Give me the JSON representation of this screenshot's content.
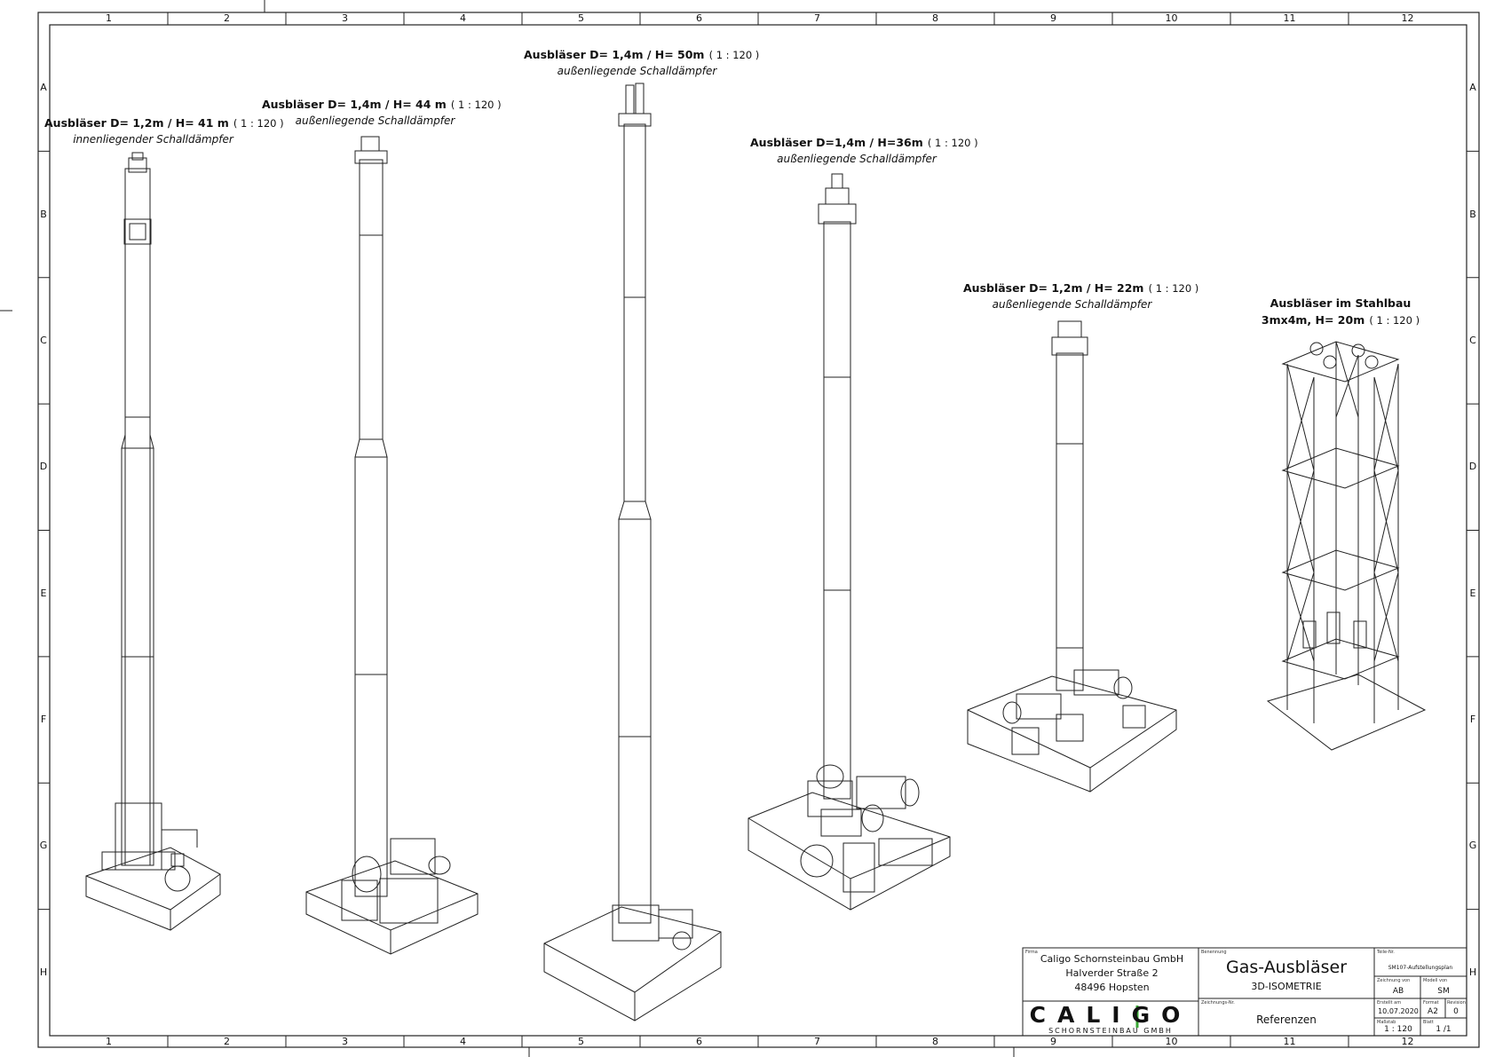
{
  "sheet": {
    "grid_columns": [
      "1",
      "2",
      "3",
      "4",
      "5",
      "6",
      "7",
      "8",
      "9",
      "10",
      "11",
      "12"
    ],
    "grid_rows": [
      "A",
      "B",
      "C",
      "D",
      "E",
      "F",
      "G",
      "H"
    ]
  },
  "stacks": [
    {
      "title": "Ausbläser D= 1,2m / H= 41 m",
      "scale": "( 1 : 120 )",
      "subtitle": "innenliegender Schalldämpfer"
    },
    {
      "title": "Ausbläser D= 1,4m / H= 44 m",
      "scale": "( 1 : 120 )",
      "subtitle": "außenliegende Schalldämpfer"
    },
    {
      "title": "Ausbläser D= 1,4m / H= 50m",
      "scale": "( 1 : 120 )",
      "subtitle": "außenliegende Schalldämpfer"
    },
    {
      "title": "Ausbläser D=1,4m / H=36m",
      "scale": "( 1 : 120 )",
      "subtitle": "außenliegende Schalldämpfer"
    },
    {
      "title": "Ausbläser D= 1,2m / H= 22m",
      "scale": "( 1 : 120 )",
      "subtitle": "außenliegende Schalldämpfer"
    },
    {
      "title": "Ausbläser im Stahlbau",
      "title_line2": "3mx4m, H= 20m",
      "scale": "( 1 : 120 )"
    }
  ],
  "title_block": {
    "firma_label": "Firma",
    "company_lines": [
      "Caligo Schornsteinbau GmbH",
      "Halverder Straße 2",
      "48496 Hopsten"
    ],
    "logo_text": "CALIGO",
    "logo_subtext": "SCHORNSTEINBAU GMBH",
    "benennung_label": "Benennung",
    "title": "Gas-Ausbläser",
    "subtitle": "3D-ISOMETRIE",
    "zeichnungs_nr_label": "Zeichnungs-Nr.",
    "reference": "Referenzen",
    "teile_nr_label": "Teile-Nr.",
    "teile_nr": "SM107-Aufstellungsplan",
    "zeichnung_von_label": "Zeichnung von",
    "zeichnung_von": "AB",
    "modell_von_label": "Modell von",
    "modell_von": "SM",
    "erstellt_label": "Erstellt am",
    "erstellt": "10.07.2020",
    "format_label": "Format",
    "format": "A2",
    "revision_label": "Revision",
    "revision": "0",
    "massstab_label": "Maßstab",
    "massstab": "1 : 120",
    "blatt_label": "Blatt",
    "blatt": "1 /1"
  }
}
